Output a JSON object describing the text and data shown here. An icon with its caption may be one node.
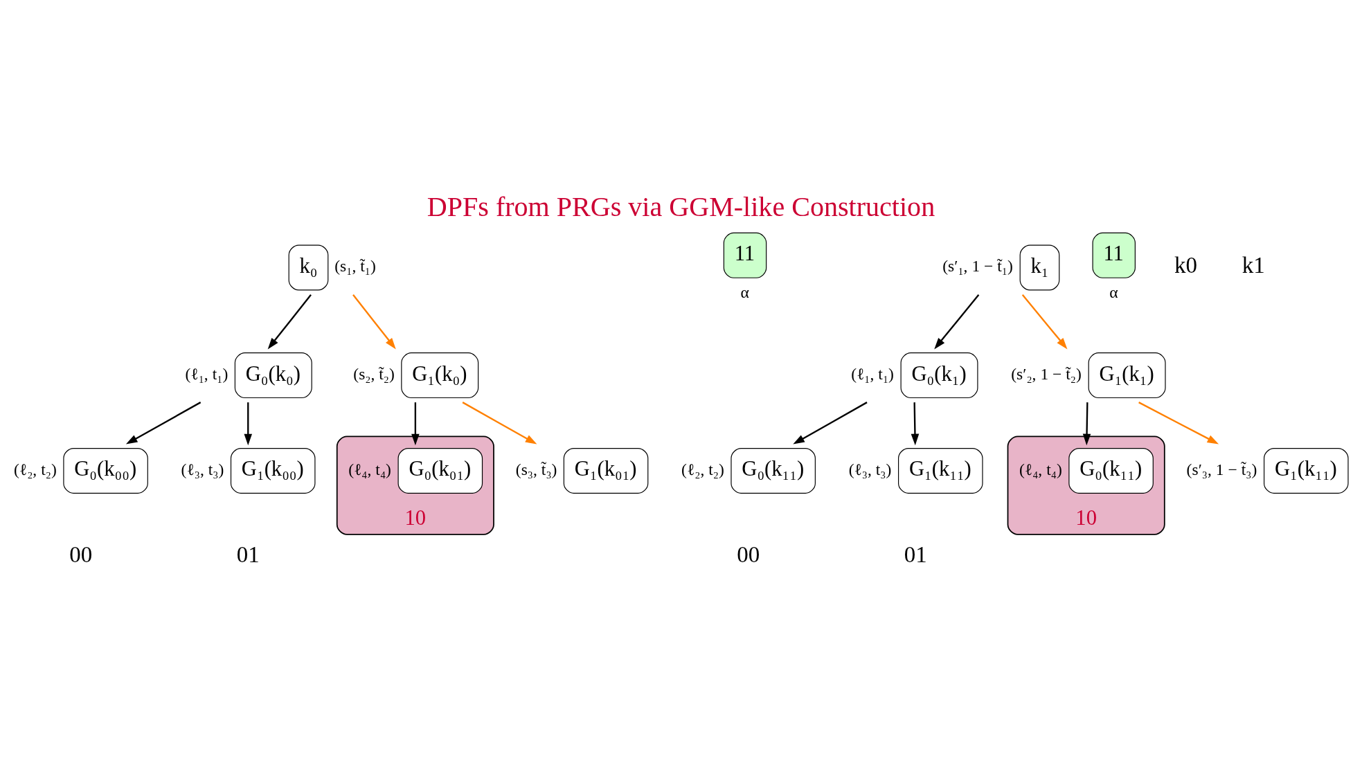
{
  "diagram": {
    "title": "DPFs from PRGs via GGM-like Construction",
    "nodes": [
      {
        "text": [
          "k₀"
        ],
        "beside": [
          "(s₁, t̃₁)"
        ]
      },
      {
        "text": [
          "G₀(k₀)"
        ],
        "beside": [
          "(ℓ₁, t₁)"
        ]
      },
      {
        "text": [
          "G₁(k₀)"
        ],
        "beside": [
          "(s₂, t̃₂)"
        ]
      },
      {
        "text": [
          "G₀(k₀₀)"
        ],
        "beside": [
          "(ℓ₂, t₂)"
        ]
      },
      {
        "text": [
          "G₁(k₀₀)"
        ],
        "beside": [
          "(ℓ₃, t₃)"
        ]
      },
      {
        "text": [
          "10"
        ]
      },
      {
        "text": [
          "G₀(k₀₁)"
        ],
        "beside": [
          "(ℓ₄, t₄)"
        ],
        "in": 5
      },
      {
        "text": [
          "G₁(k₀₁)"
        ],
        "beside": [
          "(s₃, t̃₃)"
        ]
      },
      {
        "text": [
          "11"
        ],
        "beside": [
          "α"
        ]
      },
      {
        "text": [
          "k₁"
        ],
        "beside": [
          "(s′₁, 1 − t̃₁)"
        ]
      },
      {
        "text": [
          "G₀(k₁)"
        ],
        "beside": [
          "(ℓ₁, t₁)"
        ]
      },
      {
        "text": [
          "G₁(k₁)"
        ],
        "beside": [
          "(s′₂, 1 − t̃₂)"
        ]
      },
      {
        "text": [
          "G₀(k₁₁)"
        ],
        "beside": [
          "(ℓ₂, t₂)"
        ]
      },
      {
        "text": [
          "G₁(k₁₁)"
        ],
        "beside": [
          "(ℓ₃, t₃)"
        ]
      },
      {
        "text": [
          "10"
        ]
      },
      {
        "text": [
          "G₀(k₁₁)"
        ],
        "beside": [
          "(ℓ₄, t₄)"
        ],
        "in": 14
      },
      {
        "text": [
          "G₁(k₁₁)"
        ],
        "beside": [
          "(s′₃, 1 − t̃₃)"
        ]
      },
      {
        "text": [
          "11"
        ],
        "beside": [
          "α"
        ]
      }
    ],
    "edges": [
      {
        "from": 0,
        "to": 1,
        "arrow": "to"
      },
      {
        "from": 0,
        "to": 2,
        "arrow": "to",
        "color": "#ff8000"
      },
      {
        "from": 1,
        "to": 3,
        "arrow": "to"
      },
      {
        "from": 1,
        "to": 4,
        "arrow": "to"
      },
      {
        "from": 2,
        "to": 6,
        "arrow": "to"
      },
      {
        "from": 2,
        "to": 7,
        "arrow": "to",
        "color": "#ff8000"
      },
      {
        "from": 9,
        "to": 10,
        "arrow": "to"
      },
      {
        "from": 9,
        "to": 11,
        "arrow": "to",
        "color": "#ff8000"
      },
      {
        "from": 10,
        "to": 12,
        "arrow": "to"
      },
      {
        "from": 10,
        "to": 13,
        "arrow": "to"
      },
      {
        "from": 11,
        "to": 15,
        "arrow": "to"
      },
      {
        "from": 11,
        "to": 16,
        "arrow": "to",
        "color": "#ff8000"
      }
    ],
    "labels": [
      "k0",
      "k1",
      "00",
      "01",
      "00",
      "01"
    ]
  }
}
